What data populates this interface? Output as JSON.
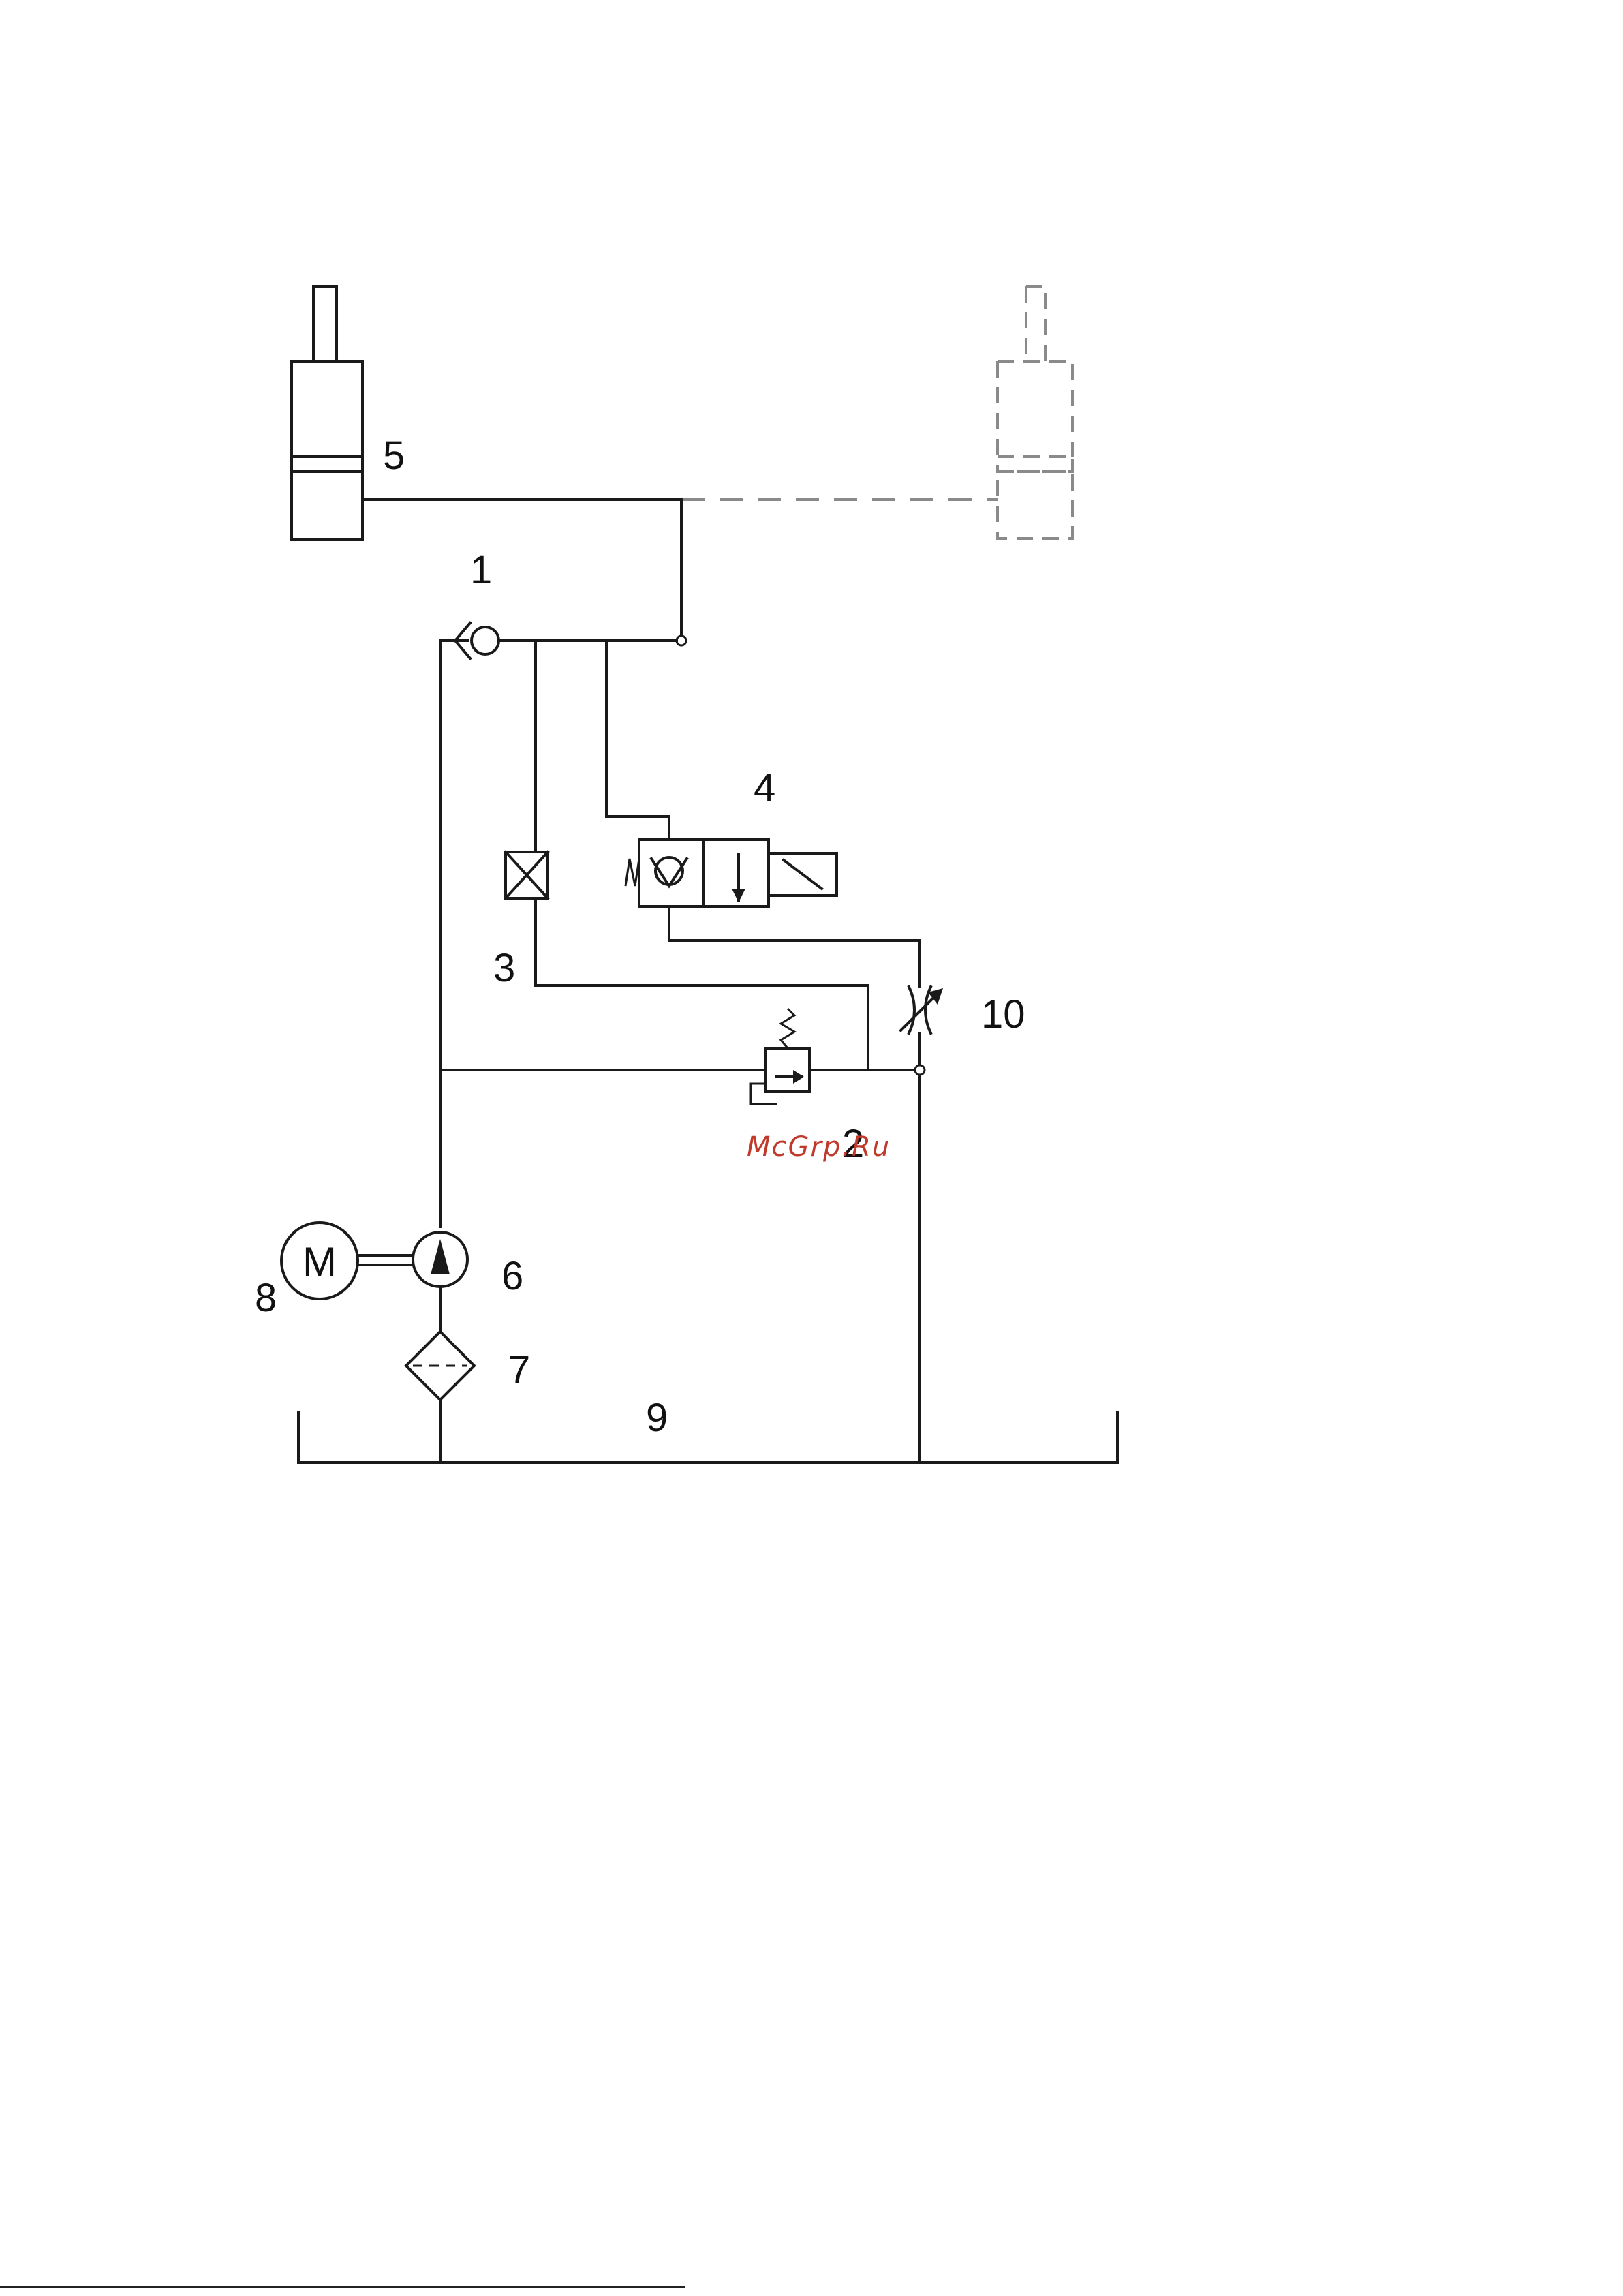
{
  "components": [
    {
      "id": "1",
      "label": "1"
    },
    {
      "id": "2",
      "label": "2"
    },
    {
      "id": "3",
      "label": "3"
    },
    {
      "id": "4",
      "label": "4"
    },
    {
      "id": "5",
      "label": "5"
    },
    {
      "id": "6",
      "label": "6"
    },
    {
      "id": "7",
      "label": "7"
    },
    {
      "id": "8",
      "label": "8"
    },
    {
      "id": "9",
      "label": "9"
    },
    {
      "id": "10",
      "label": "10"
    }
  ],
  "motor": {
    "symbol": "M"
  },
  "watermark": "McGrp.Ru",
  "colors": {
    "line": "#1a1a1a",
    "dashed": "#8a8a8a",
    "watermark": "#c0392b"
  }
}
